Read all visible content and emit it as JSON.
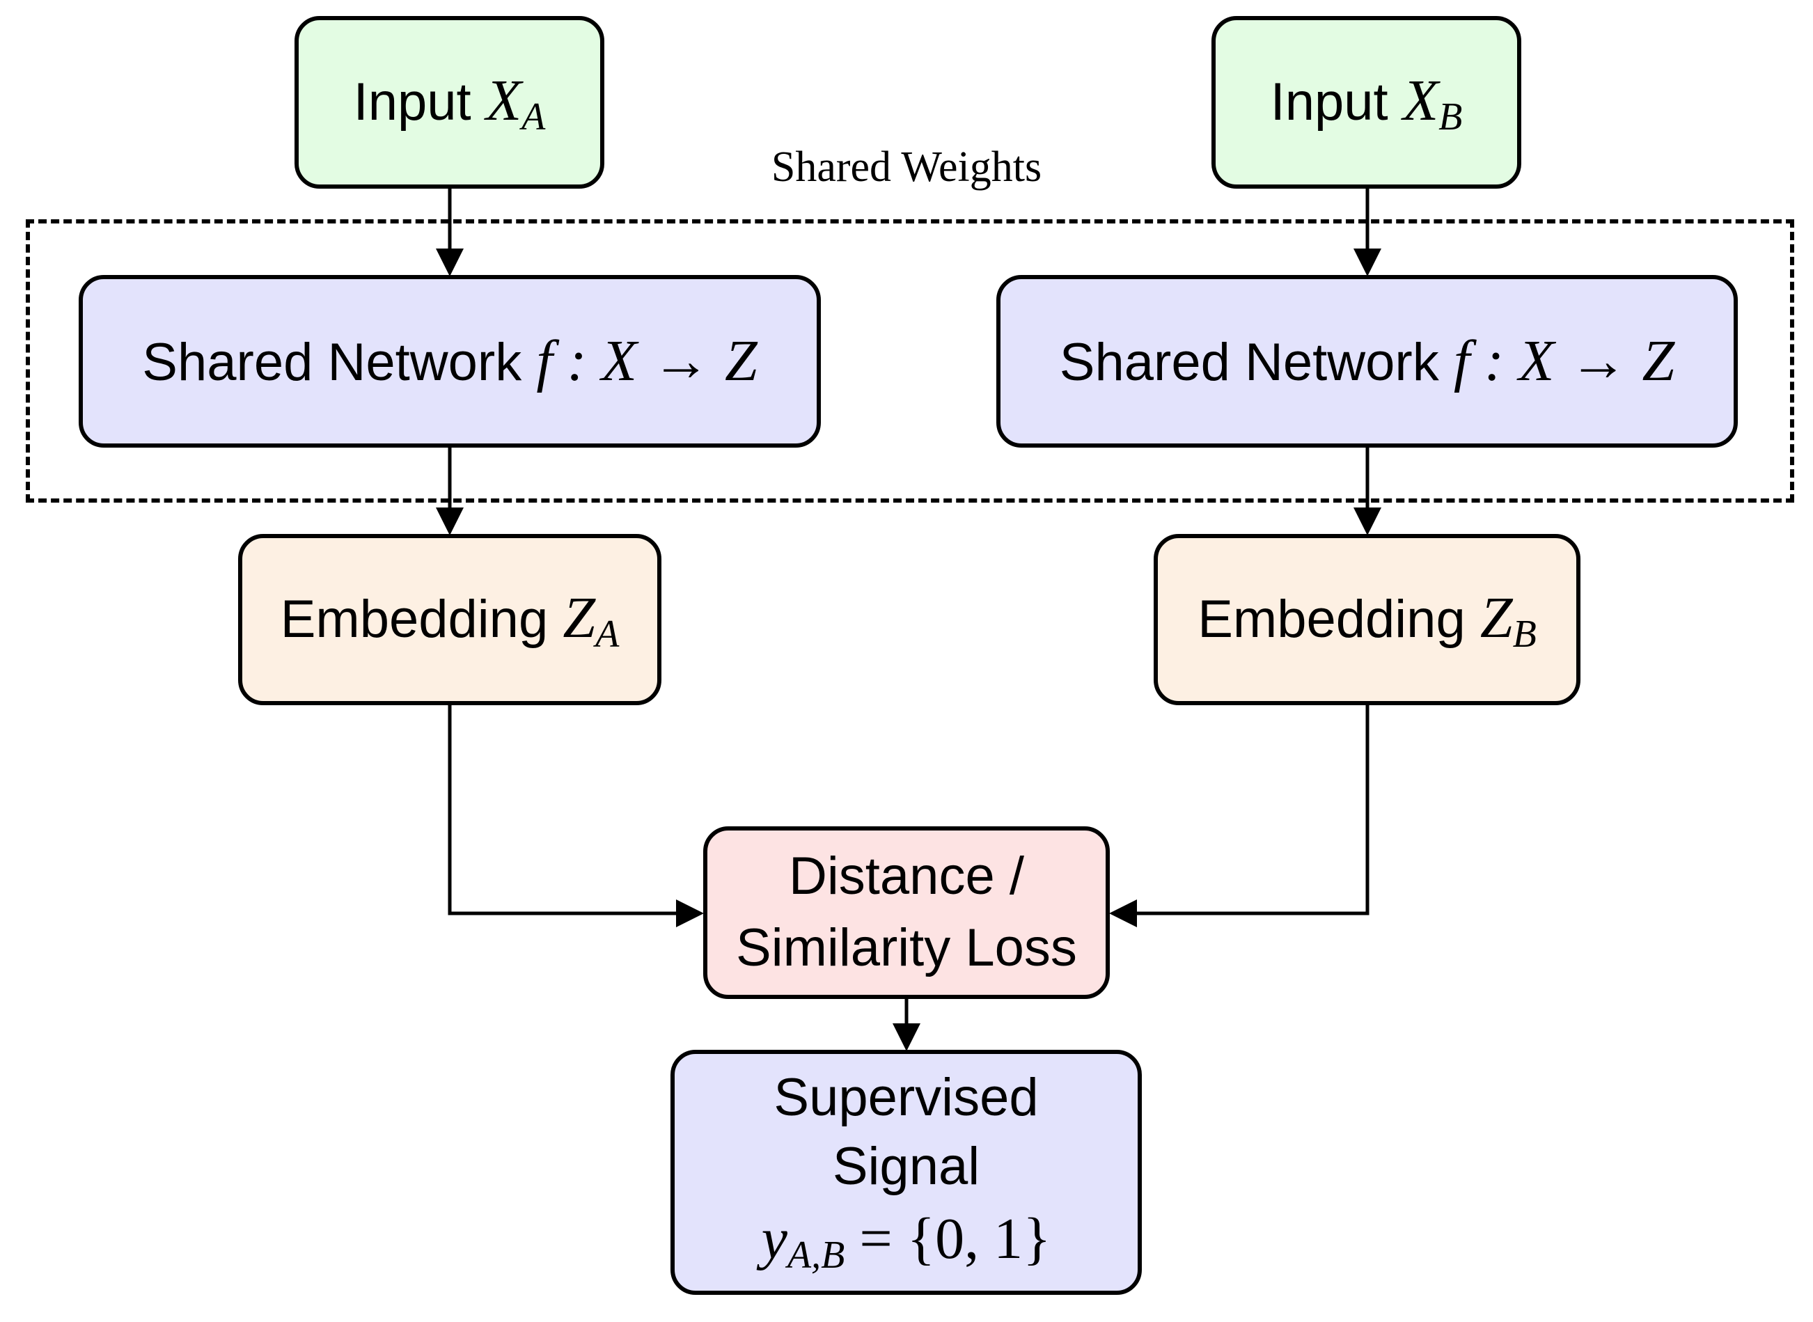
{
  "group": {
    "label": "Shared Weights",
    "style": "dashed"
  },
  "nodes": {
    "input_a": {
      "text": "Input",
      "math": "X",
      "sub": "A",
      "color": "#e3fce3"
    },
    "input_b": {
      "text": "Input",
      "math": "X",
      "sub": "B",
      "color": "#e3fce3"
    },
    "net_a": {
      "text": "Shared Network",
      "math": "f : X → Z",
      "color": "#e3e3fc"
    },
    "net_b": {
      "text": "Shared Network",
      "math": "f : X → Z",
      "color": "#e3e3fc"
    },
    "emb_a": {
      "text": "Embedding",
      "math": "Z",
      "sub": "A",
      "color": "#fdf0e3"
    },
    "emb_b": {
      "text": "Embedding",
      "math": "Z",
      "sub": "B",
      "color": "#fdf0e3"
    },
    "loss": {
      "line1": "Distance /",
      "line2": "Similarity Loss",
      "color": "#fde3e3"
    },
    "signal": {
      "line1": "Supervised",
      "line2": "Signal",
      "math": "y",
      "sub": "A,B",
      "eq": "= {0, 1}",
      "color": "#e3e3fc"
    }
  },
  "edges": [
    [
      "input_a",
      "net_a"
    ],
    [
      "input_b",
      "net_b"
    ],
    [
      "net_a",
      "emb_a"
    ],
    [
      "net_b",
      "emb_b"
    ],
    [
      "emb_a",
      "loss"
    ],
    [
      "emb_b",
      "loss"
    ],
    [
      "loss",
      "signal"
    ]
  ]
}
